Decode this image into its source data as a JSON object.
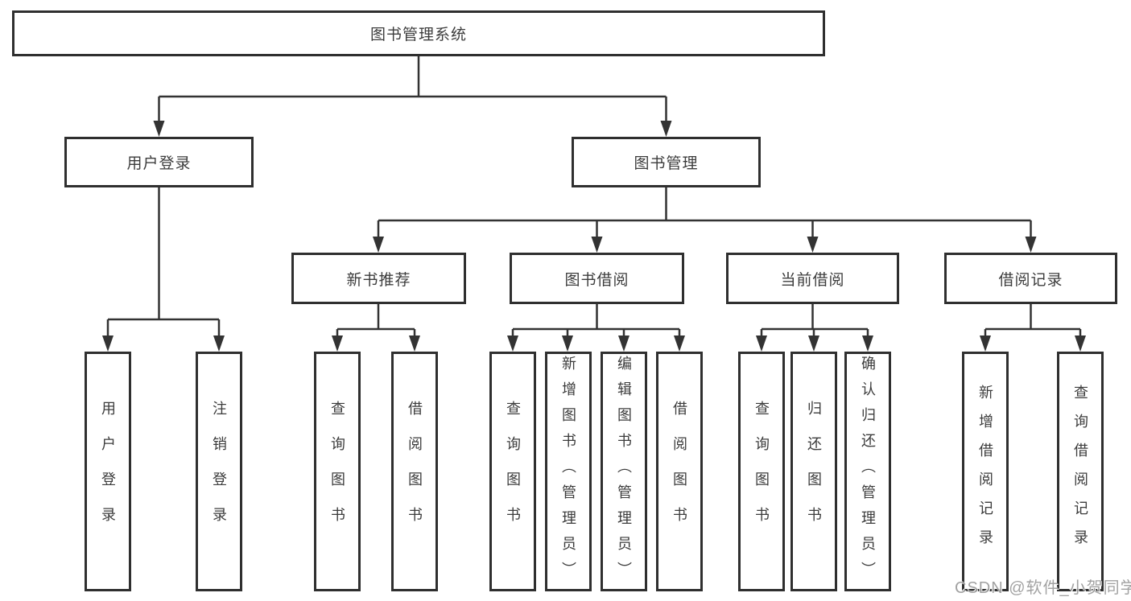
{
  "colors": {
    "line": "#333333",
    "box_border": "#2f2f2f",
    "box_fill": "#ffffff",
    "text": "#3c3c3c",
    "watermark_text_color": "#9b9b9b"
  },
  "watermark": {
    "text": "CSDN @软件_小贺同学"
  },
  "tree": {
    "root": "图书管理系统",
    "children": [
      {
        "label": "用户登录",
        "children": [
          "用户登录",
          "注销登录"
        ]
      },
      {
        "label": "图书管理",
        "children": [
          {
            "label": "新书推荐",
            "children": [
              "查询图书",
              "借阅图书"
            ]
          },
          {
            "label": "图书借阅",
            "children": [
              "查询图书",
              "新增图书（管理员）",
              "编辑图书（管理员）",
              "借阅图书"
            ]
          },
          {
            "label": "当前借阅",
            "children": [
              "查询图书",
              "归还图书",
              "确认归还（管理员）"
            ]
          },
          {
            "label": "借阅记录",
            "children": [
              "新增借阅记录",
              "查询借阅记录"
            ]
          }
        ]
      }
    ]
  }
}
